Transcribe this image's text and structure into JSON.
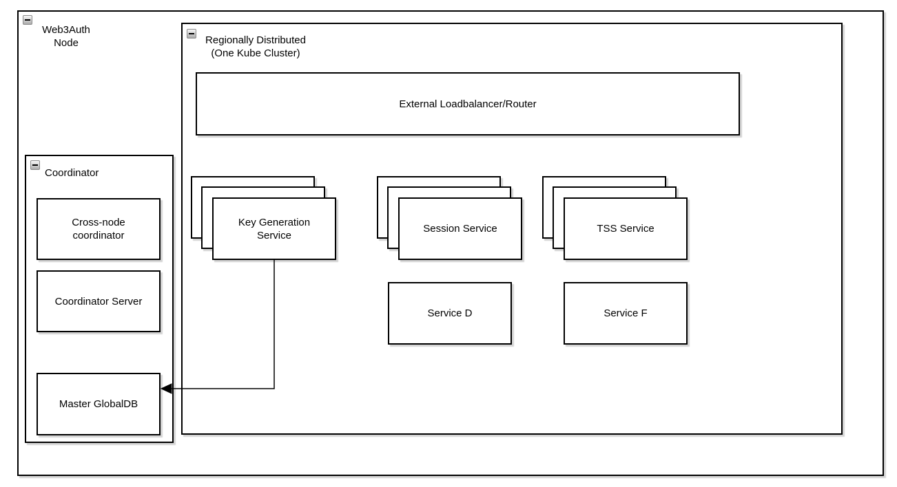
{
  "diagram": {
    "containers": {
      "web3auth_node": {
        "label": [
          "Web3Auth",
          "Node"
        ],
        "collapse_icon": "minus"
      },
      "regionally_distributed": {
        "label": [
          "Regionally Distributed",
          "(One Kube Cluster)"
        ],
        "collapse_icon": "minus"
      },
      "coordinator": {
        "label": [
          "Coordinator"
        ],
        "collapse_icon": "minus"
      }
    },
    "nodes": {
      "loadbalancer": {
        "label": [
          "External Loadbalancer/Router"
        ]
      },
      "key_generation_service": {
        "label": [
          "Key Generation",
          "Service"
        ],
        "stack_count": 3
      },
      "session_service": {
        "label": [
          "Session Service"
        ],
        "stack_count": 3
      },
      "tss_service": {
        "label": [
          "TSS Service"
        ],
        "stack_count": 3
      },
      "service_d": {
        "label": [
          "Service D"
        ]
      },
      "service_f": {
        "label": [
          "Service F"
        ]
      },
      "cross_node_coordinator": {
        "label": [
          "Cross-node",
          "coordinator"
        ]
      },
      "coordinator_server": {
        "label": [
          "Coordinator Server"
        ]
      },
      "master_globaldb": {
        "label": [
          "Master GlobalDB"
        ]
      }
    },
    "edges": [
      {
        "from": "key_generation_service",
        "to": "master_globaldb",
        "arrowhead": "left"
      }
    ],
    "colors": {
      "background": "#ffffff",
      "shape_fill": "#ffffff",
      "shape_stroke": "#000000",
      "shadow": "#d4d4d4"
    }
  }
}
